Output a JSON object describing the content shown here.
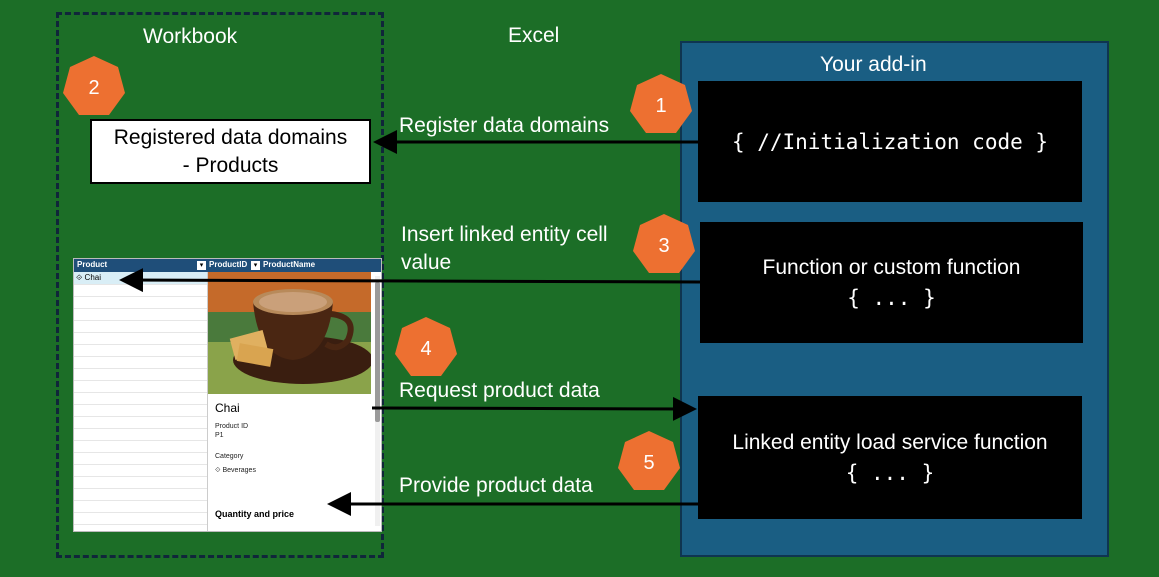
{
  "regions": {
    "workbook_title": "Workbook",
    "excel_title": "Excel",
    "addin_title": "Your add-in"
  },
  "registered_domains": {
    "line1": "Registered data domains",
    "line2": "- Products"
  },
  "addin_boxes": {
    "init_code": "{ //Initialization code }",
    "function_label": "Function or custom function",
    "function_code": "{ ... }",
    "service_label": "Linked entity load service function",
    "service_code": "{ ... }"
  },
  "flows": {
    "register": "Register data domains",
    "insert_line1": "Insert linked entity cell",
    "insert_line2": "value",
    "request": "Request product data",
    "provide": "Provide product data"
  },
  "badges": [
    "1",
    "2",
    "3",
    "4",
    "5"
  ],
  "badge_color": "#ed7031",
  "excel_mock": {
    "col_product": "Product",
    "col_product_id": "ProductID",
    "col_product_name": "ProductName",
    "cell_value": "Chai",
    "card_title": "Chai",
    "product_id_label": "Product ID",
    "product_id_value": "P1",
    "category_label": "Category",
    "category_value": "Beverages",
    "section_title": "Quantity and price"
  }
}
